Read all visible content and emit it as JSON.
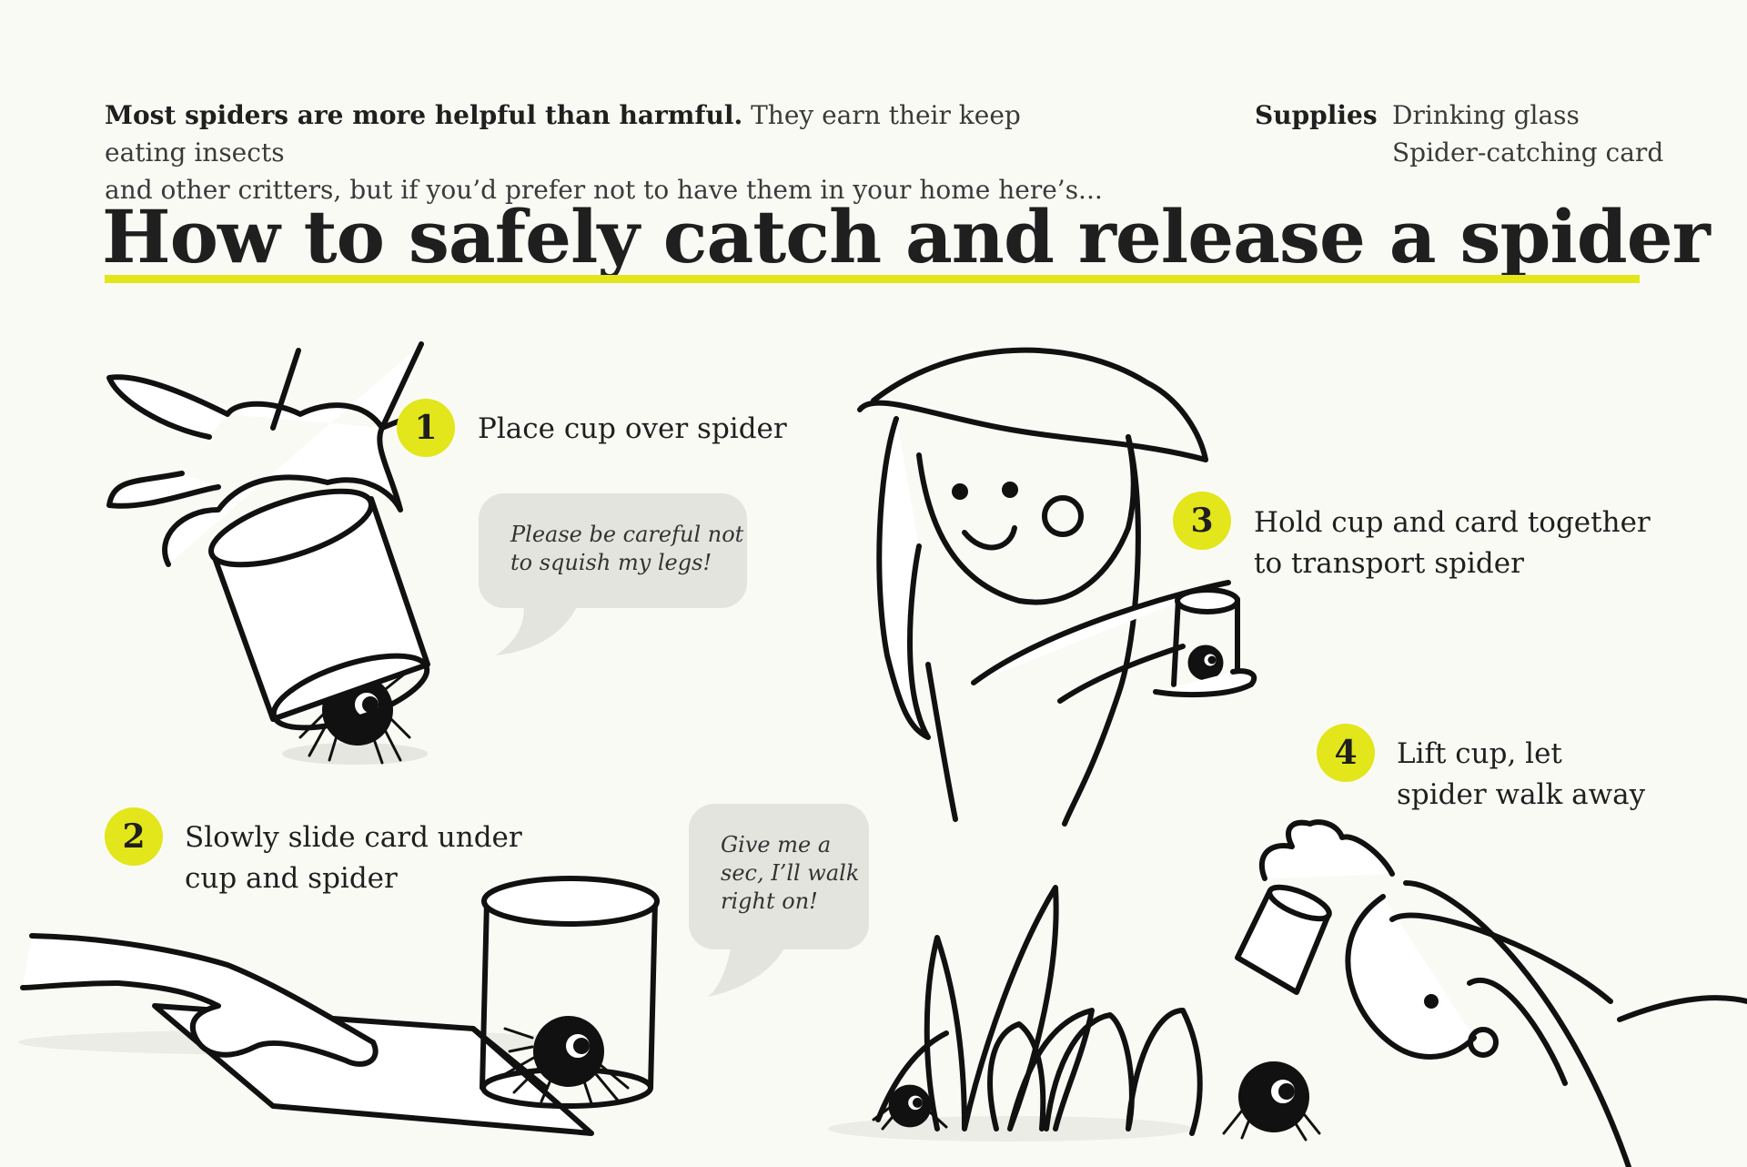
{
  "intro": {
    "bold": "Most spiders are more helpful than harmful.",
    "line1_rest": "They earn their keep eating insects",
    "line2": "and other critters, but if you’d prefer not to have them in your home here’s..."
  },
  "supplies": {
    "label": "Supplies",
    "items": [
      "Drinking glass",
      "Spider-catching card"
    ]
  },
  "title": "How to safely catch and release a spider",
  "steps": [
    {
      "number": "1",
      "lines": [
        "Place cup over spider"
      ]
    },
    {
      "number": "2",
      "lines": [
        "Slowly slide card under",
        "cup and spider"
      ]
    },
    {
      "number": "3",
      "lines": [
        "Hold cup and card together",
        "to transport spider"
      ]
    },
    {
      "number": "4",
      "lines": [
        "Lift cup, let",
        "spider walk away"
      ]
    }
  ],
  "bubbles": [
    {
      "lines": [
        "Please be careful not",
        "to squish my legs!"
      ]
    },
    {
      "lines": [
        "Give me a",
        "sec, I’ll walk",
        "right on!"
      ]
    }
  ],
  "colors": {
    "accent": "#e2e61a",
    "background": "#fafaf5",
    "ink": "#1f1f1f",
    "bubble": "#e4e4df"
  }
}
